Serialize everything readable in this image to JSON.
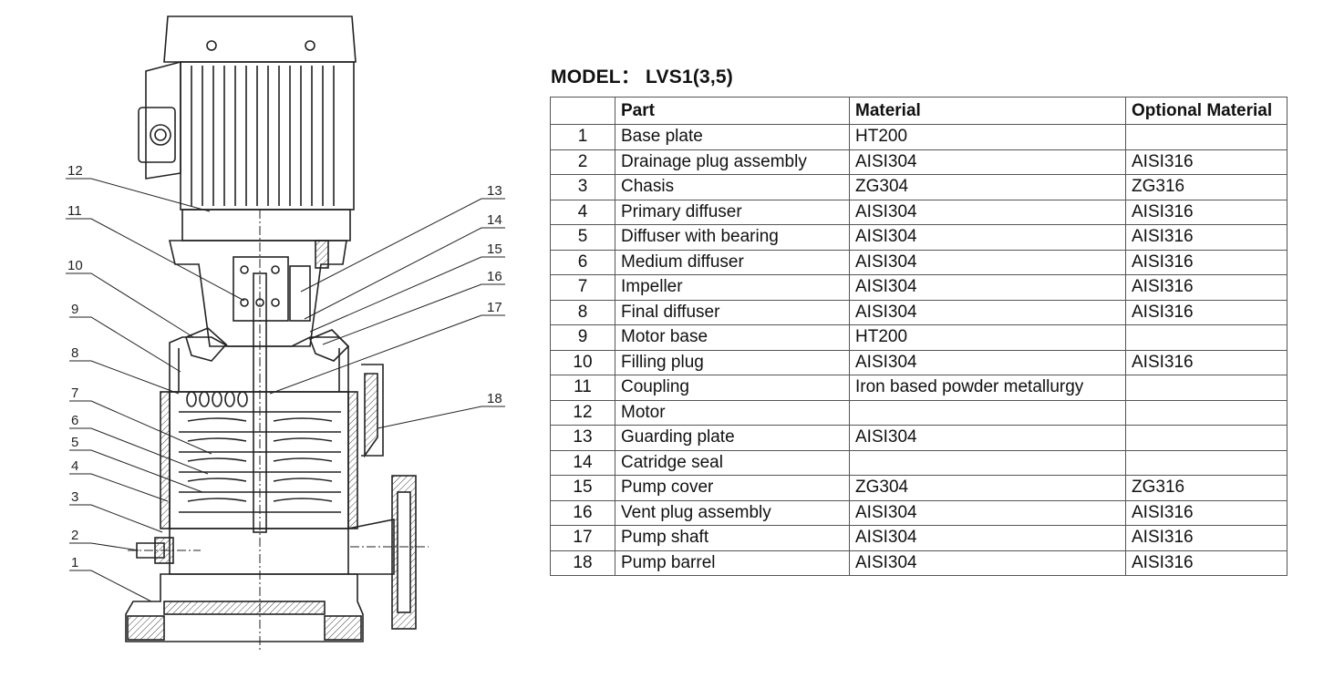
{
  "model_title": "MODEL： LVS1(3,5)",
  "table": {
    "headers": [
      "",
      "Part",
      "Material",
      "Optional Material"
    ],
    "rows": [
      [
        "1",
        "Base plate",
        "HT200",
        ""
      ],
      [
        "2",
        "Drainage plug assembly",
        "AISI304",
        "AISI316"
      ],
      [
        "3",
        "Chasis",
        "ZG304",
        "ZG316"
      ],
      [
        "4",
        "Primary diffuser",
        "AISI304",
        "AISI316"
      ],
      [
        "5",
        "Diffuser with bearing",
        "AISI304",
        "AISI316"
      ],
      [
        "6",
        "Medium diffuser",
        "AISI304",
        "AISI316"
      ],
      [
        "7",
        "Impeller",
        "AISI304",
        "AISI316"
      ],
      [
        "8",
        "Final diffuser",
        "AISI304",
        "AISI316"
      ],
      [
        "9",
        "Motor base",
        "HT200",
        ""
      ],
      [
        "10",
        "Filling plug",
        "AISI304",
        "AISI316"
      ],
      [
        "11",
        "Coupling",
        "Iron based powder metallurgy",
        ""
      ],
      [
        "12",
        "Motor",
        "",
        ""
      ],
      [
        "13",
        "Guarding plate",
        "AISI304",
        ""
      ],
      [
        "14",
        "Catridge seal",
        "",
        ""
      ],
      [
        "15",
        "Pump cover",
        "ZG304",
        "ZG316"
      ],
      [
        "16",
        "Vent plug assembly",
        "AISI304",
        "AISI316"
      ],
      [
        "17",
        "Pump shaft",
        "AISI304",
        "AISI316"
      ],
      [
        "18",
        "Pump barrel",
        "AISI304",
        "AISI316"
      ]
    ]
  },
  "drawing_labels": {
    "left": [
      "12",
      "11",
      "10",
      "9",
      "8",
      "7",
      "6",
      "5",
      "4",
      "3",
      "2",
      "1"
    ],
    "right": [
      "13",
      "14",
      "15",
      "16",
      "17",
      "18"
    ]
  }
}
